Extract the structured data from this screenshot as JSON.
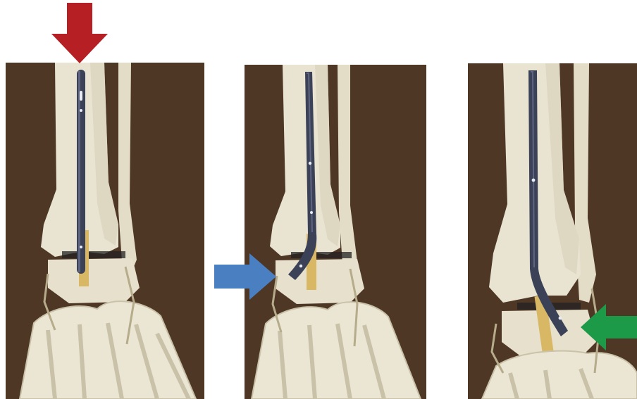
{
  "figure": {
    "panels": [
      {
        "id": "panel-1",
        "content": "tibia-fibula-foot-skeleton-with-straight-nail"
      },
      {
        "id": "panel-2",
        "content": "tibia-fibula-foot-skeleton-with-bent-nail"
      },
      {
        "id": "panel-3",
        "content": "tibia-fibula-foot-skeleton-with-bent-nail-lateral"
      }
    ],
    "arrows": [
      {
        "id": "arrow-red",
        "direction": "down",
        "color": "#b61f24"
      },
      {
        "id": "arrow-blue",
        "direction": "right",
        "color": "#4a7fc1"
      },
      {
        "id": "arrow-green",
        "direction": "left",
        "color": "#1d9a47"
      }
    ],
    "colors": {
      "background_cloth": "#4a3324",
      "bone": "#e9e4d1",
      "bone_shadow": "#c9c2a8",
      "nail": "#3b4258",
      "nail_highlight": "#6c7593",
      "tape": "#d8b865"
    }
  }
}
